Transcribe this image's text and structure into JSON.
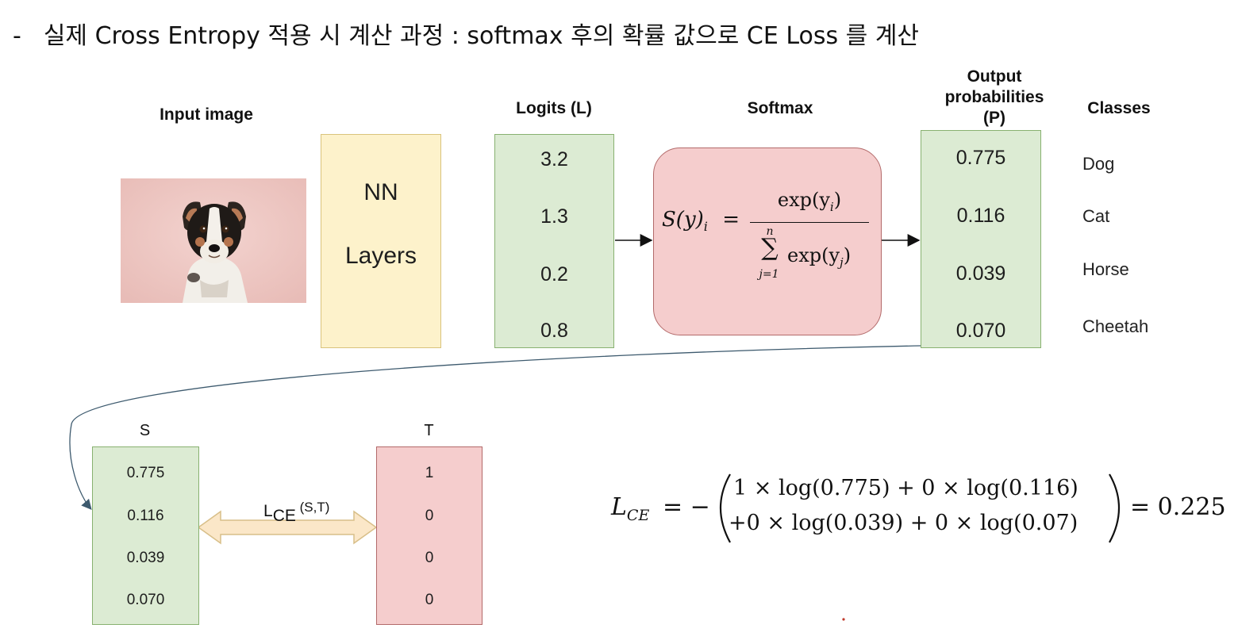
{
  "title": {
    "dash": "-",
    "text": "실제 Cross Entropy 적용 시 계산 과정 : softmax 후의 확률 값으로 CE Loss 를 계산"
  },
  "diagram": {
    "input_label": "Input image",
    "nn_line1": "NN",
    "nn_line2": "Layers",
    "logits_label": "Logits (L)",
    "logits": [
      "3.2",
      "1.3",
      "0.2",
      "0.8"
    ],
    "softmax_label": "Softmax",
    "softmax_formula": {
      "lhs": "S(y)",
      "lhs_sub": "i",
      "eq": "=",
      "num": "exp(y",
      "num_sub": "i",
      "num_close": ")",
      "sum_top": "n",
      "sum_sign": "∑",
      "sum_bottom": "j=1",
      "den": "exp(y",
      "den_sub": "j",
      "den_close": ")"
    },
    "output_label_1": "Output",
    "output_label_2": "probabilities",
    "output_label_3": "(P)",
    "outputs": [
      "0.775",
      "0.116",
      "0.039",
      "0.070"
    ],
    "classes_label": "Classes",
    "classes": [
      "Dog",
      "Cat",
      "Horse",
      "Cheetah"
    ]
  },
  "ce": {
    "s_label": "S",
    "s_values": [
      "0.775",
      "0.116",
      "0.039",
      "0.070"
    ],
    "t_label": "T",
    "t_values": [
      "1",
      "0",
      "0",
      "0"
    ],
    "loss_label_main": "L",
    "loss_label_sub": "CE",
    "loss_label_args": " (S,T)"
  },
  "equation": {
    "lhs": "L",
    "lhs_sub": "CE",
    "eq_minus": "= −",
    "line1": "1 × log(0.775) + 0 × log(0.116)",
    "line2": "+0 × log(0.039) + 0 × log(0.07)",
    "result": "= 0.225"
  },
  "colors": {
    "green_fill": "#dcebd3",
    "yellow_fill": "#fdf2cb",
    "pink_fill": "#f5cdcd",
    "arrow_fill": "#fbe7c8",
    "curve": "#3d5a6e"
  }
}
